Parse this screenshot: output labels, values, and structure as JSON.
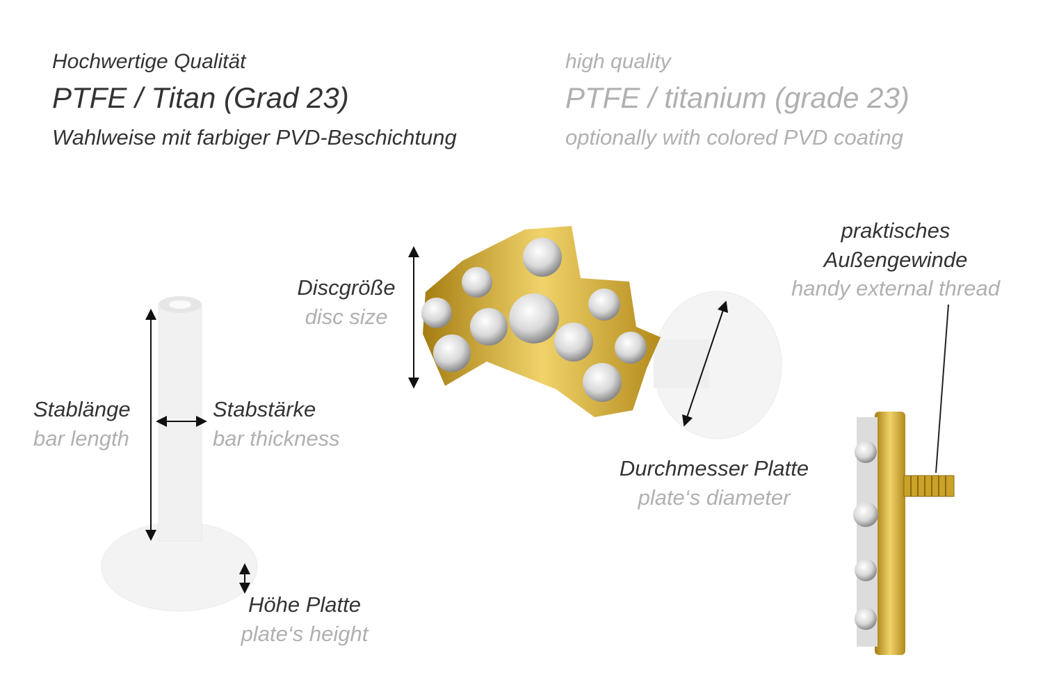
{
  "header": {
    "de": {
      "line1": "Hochwertige Qualität",
      "line2": "PTFE / Titan (Grad 23)",
      "line3": "Wahlweise mit farbiger PVD-Beschichtung"
    },
    "en": {
      "line1": "high quality",
      "line2": "PTFE / titanium (grade 23)",
      "line3": "optionally with colored PVD coating"
    }
  },
  "labels": {
    "disc_size": {
      "de": "Discgröße",
      "en": "disc size"
    },
    "bar_length": {
      "de": "Stablänge",
      "en": "bar length"
    },
    "bar_thickness": {
      "de": "Stabstärke",
      "en": "bar thickness"
    },
    "plate_height": {
      "de": "Höhe Platte",
      "en": "plate‘s height"
    },
    "plate_diameter": {
      "de": "Durchmesser Platte",
      "en": "plate‘s diameter"
    },
    "thread": {
      "de1": "praktisches",
      "de2": "Außengewinde",
      "en": "handy external thread"
    }
  },
  "colors": {
    "dark_text": "#333333",
    "gray_text": "#b0b0b0",
    "gold": "#c9a227",
    "ptfe": "#f4f4f4"
  }
}
